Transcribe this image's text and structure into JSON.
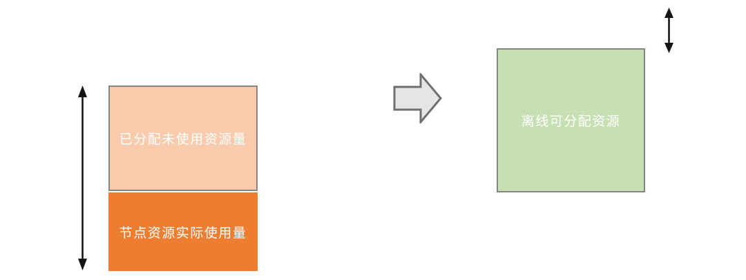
{
  "palette": {
    "background": "#FFFFFF",
    "box_border": "#848484",
    "range_arrow_color": "#141414",
    "block_arrow_fill": "#E5E5E5",
    "block_arrow_border": "#6F6F6F",
    "label_text_color": "#FFFFFF"
  },
  "node_stack": {
    "allocated_unused": {
      "label": "已分配未使用资源量",
      "fill": "#F8CBAD"
    },
    "actual_usage": {
      "label": "节点资源实际使用量",
      "fill": "#ED7D31"
    }
  },
  "offline": {
    "label": "离线可分配资源",
    "fill": "#C6E0B4"
  },
  "icons": {
    "left_range_arrow": "vertical-double-arrow",
    "transform_arrow": "right-block-arrow",
    "offline_range_arrow": "vertical-double-arrow-small"
  }
}
